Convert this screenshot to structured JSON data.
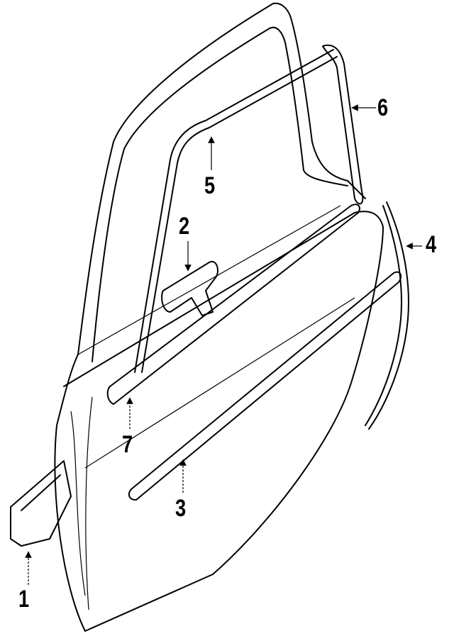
{
  "diagram": {
    "callouts": [
      {
        "number": "1"
      },
      {
        "number": "2"
      },
      {
        "number": "3"
      },
      {
        "number": "4"
      },
      {
        "number": "5"
      },
      {
        "number": "6"
      },
      {
        "number": "7"
      }
    ]
  }
}
